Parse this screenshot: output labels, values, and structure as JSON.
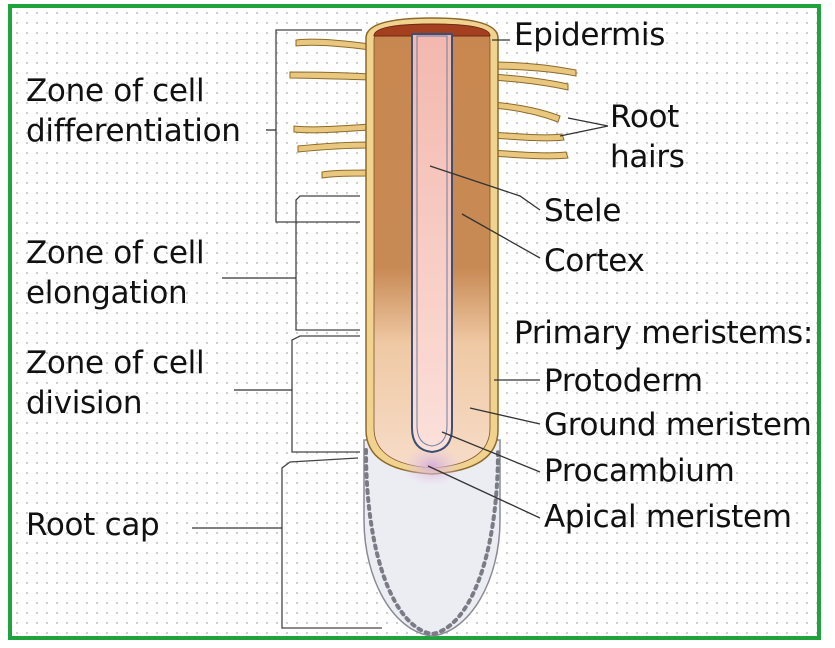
{
  "labels": {
    "epidermis": "Epidermis",
    "root_hairs": [
      "Root",
      "hairs"
    ],
    "stele": "Stele",
    "cortex": "Cortex",
    "primary_meristems": "Primary meristems:",
    "protoderm": "Protoderm",
    "ground_meristem": "Ground meristem",
    "procambium": "Procambium",
    "apical_meristem": "Apical meristem",
    "zone_differentiation": [
      "Zone of cell",
      "differentiation"
    ],
    "zone_elongation": [
      "Zone of cell",
      "elongation"
    ],
    "zone_division": [
      "Zone of cell",
      "division"
    ],
    "root_cap": "Root cap"
  },
  "colors": {
    "frame_border": "#1fa33c",
    "cortex_brown": "#c98a52",
    "epidermis_yellow": "#f1d28e",
    "stele_pink": "#f6c9c0",
    "tip_dark": "#a4401f",
    "root_cap_fill": "#ececf3",
    "apical_meristem": "#d9b4d6"
  }
}
